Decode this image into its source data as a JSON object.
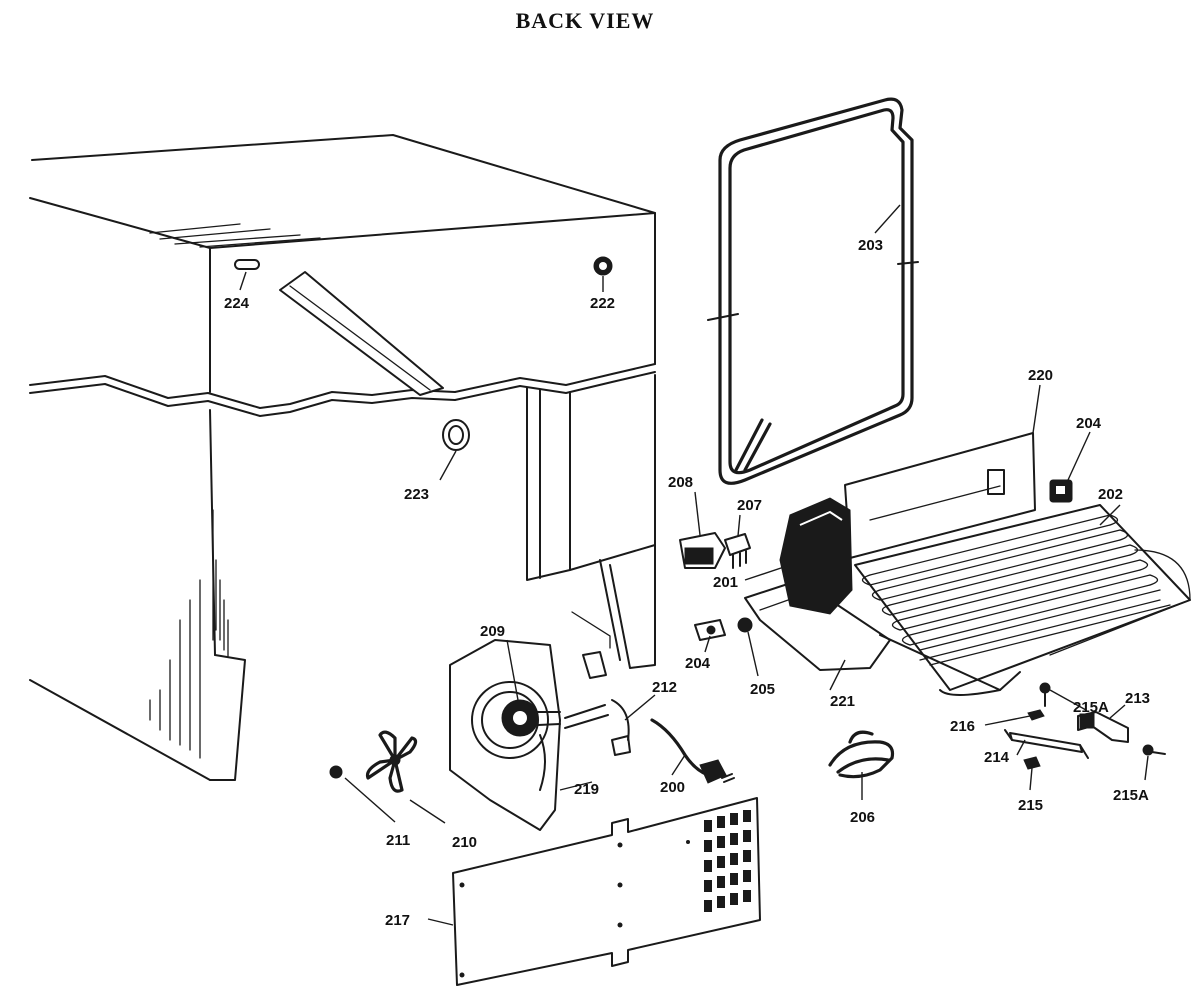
{
  "title": "BACK VIEW",
  "callouts": {
    "c200": "200",
    "c201": "201",
    "c202": "202",
    "c203": "203",
    "c204a": "204",
    "c204b": "204",
    "c205": "205",
    "c206": "206",
    "c207": "207",
    "c208": "208",
    "c209": "209",
    "c210": "210",
    "c211": "211",
    "c212": "212",
    "c213": "213",
    "c214": "214",
    "c215": "215",
    "c215a1": "215A",
    "c215a2": "215A",
    "c216": "216",
    "c217": "217",
    "c219": "219",
    "c220": "220",
    "c221": "221",
    "c222": "222",
    "c223": "223",
    "c224": "224"
  }
}
